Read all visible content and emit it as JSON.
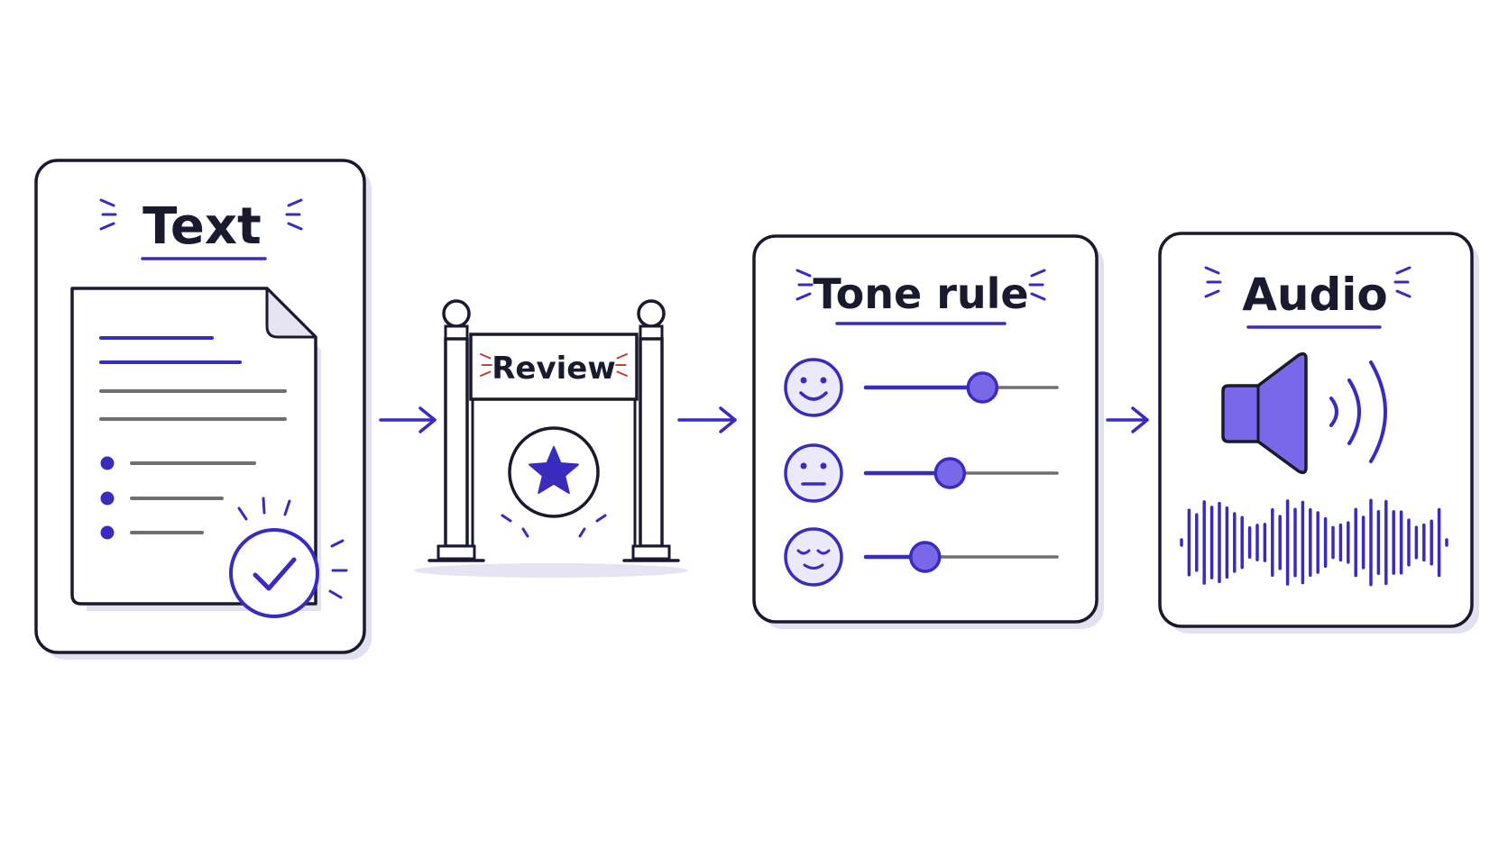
{
  "colors": {
    "ink": "#1a1a2e",
    "accent": "#3a2bbf",
    "accent_fill": "#7b68e8",
    "face_fill": "#ece9fb",
    "track": "#707070",
    "gray_line": "#6f6f6f",
    "shadow": "#e2e1ee",
    "red_dash": "#c0392b"
  },
  "stages": {
    "text": {
      "label": "Text"
    },
    "review": {
      "label": "Review"
    },
    "tone": {
      "label": "Tone rule"
    },
    "audio": {
      "label": "Audio"
    }
  },
  "icons": [
    "document-icon",
    "check-circle-icon",
    "gate-icon",
    "star-badge-icon",
    "smile-face-icon",
    "neutral-face-icon",
    "calm-face-icon",
    "speaker-icon",
    "sound-waves-icon",
    "waveform-icon",
    "arrow-right-icon"
  ],
  "sliders": [
    {
      "name": "smile",
      "level": 0.61
    },
    {
      "name": "neutral",
      "level": 0.44
    },
    {
      "name": "calm",
      "level": 0.31
    }
  ]
}
